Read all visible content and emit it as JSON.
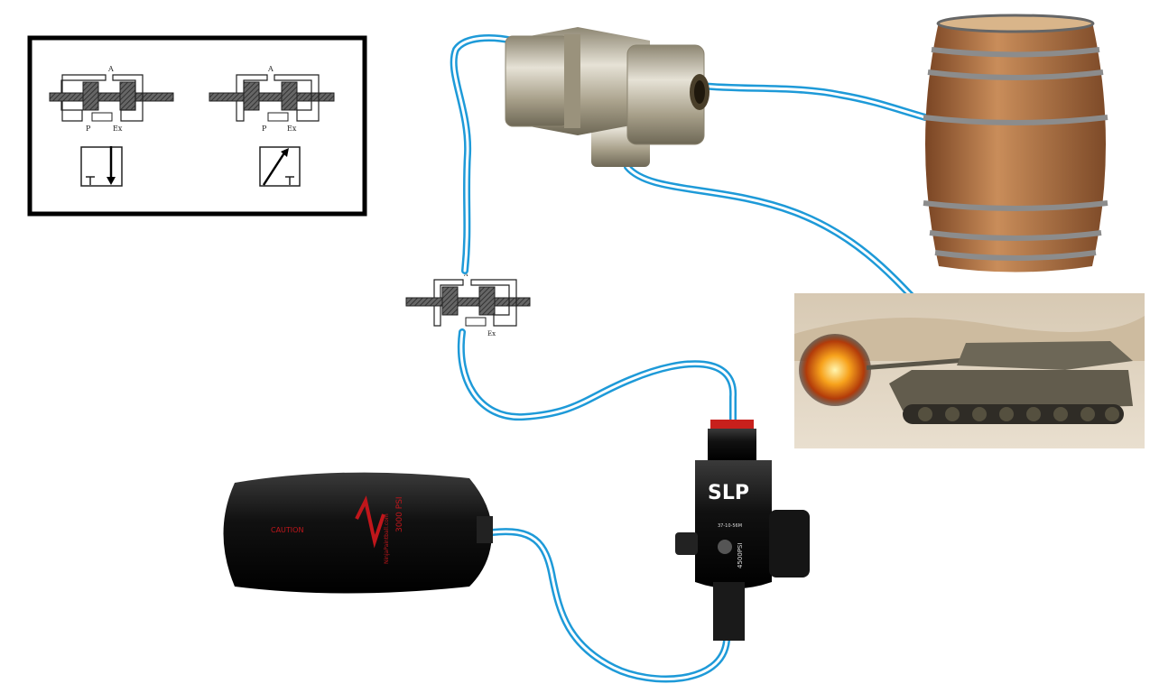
{
  "schematic_box": {
    "left_valve": {
      "port_a": "A",
      "port_p": "P",
      "port_ex": "Ex"
    },
    "right_valve": {
      "port_a": "A",
      "port_p": "P",
      "port_ex": "Ex"
    }
  },
  "middle_valve": {
    "port_a": "A",
    "port_ex": "Ex"
  },
  "regulator": {
    "brand": "SLP",
    "rating": "4500PSI",
    "model": "37-10-56M"
  },
  "air_tank": {
    "pressure": "3000 PSI",
    "caution": "CAUTION",
    "website": "NinjaPaintball.com"
  },
  "colors": {
    "hose": "#1e9ad8",
    "tank_body": "#151515",
    "tank_text": "#c0161b",
    "barrel_wood": "#a86a3c",
    "fitting_metal": "#b8b09a"
  }
}
